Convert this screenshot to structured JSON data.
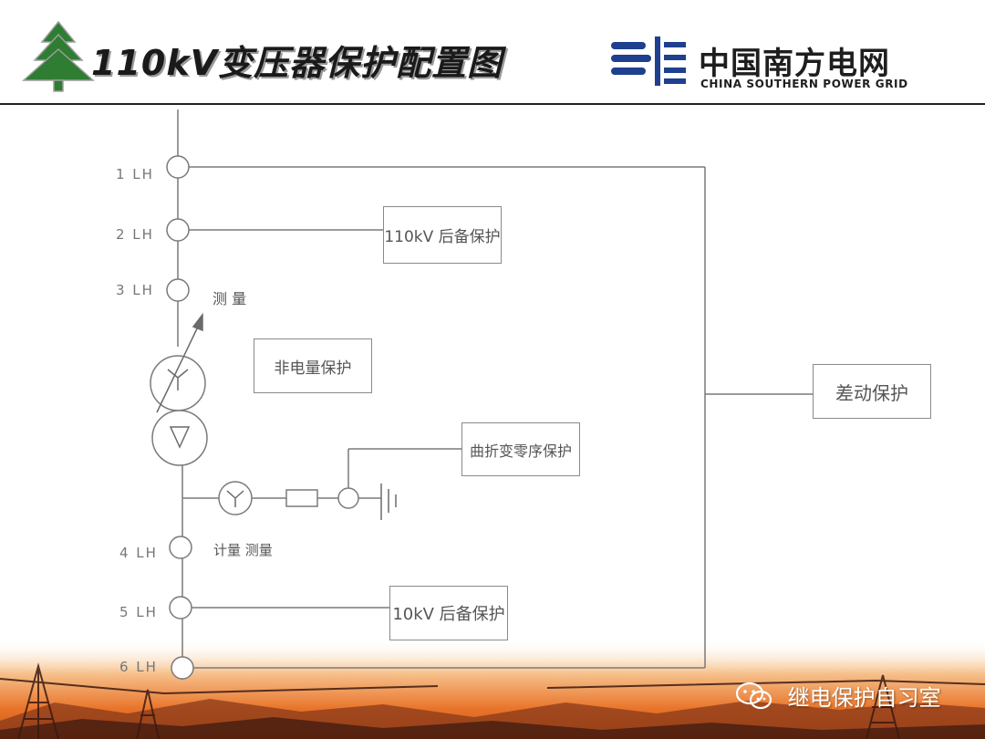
{
  "header": {
    "title": "110kV变压器保护配置图",
    "brand_cn": "中国南方电网",
    "brand_en": "CHINA SOUTHERN POWER GRID"
  },
  "diagram": {
    "ct_labels": [
      "1 LH",
      "2 LH",
      "3 LH",
      "4 LH",
      "5 LH",
      "6 LH"
    ],
    "measure_label": "测  量",
    "metering_label": "计量  测量",
    "boxes": {
      "hv_backup": "110kV 后备保护",
      "non_electric": "非电量保护",
      "zigzag_zero_seq": "曲折变零序保护",
      "differential": "差动保护",
      "lv_backup": "10kV 后备保护"
    }
  },
  "watermark": {
    "icon": "wechat-icon",
    "text": "继电保护自习室"
  },
  "colors": {
    "line": "#8a8a8a",
    "logo_blue": "#1f3f8f",
    "tree_green": "#2e7d32",
    "footer_orange": "#e8742a"
  }
}
